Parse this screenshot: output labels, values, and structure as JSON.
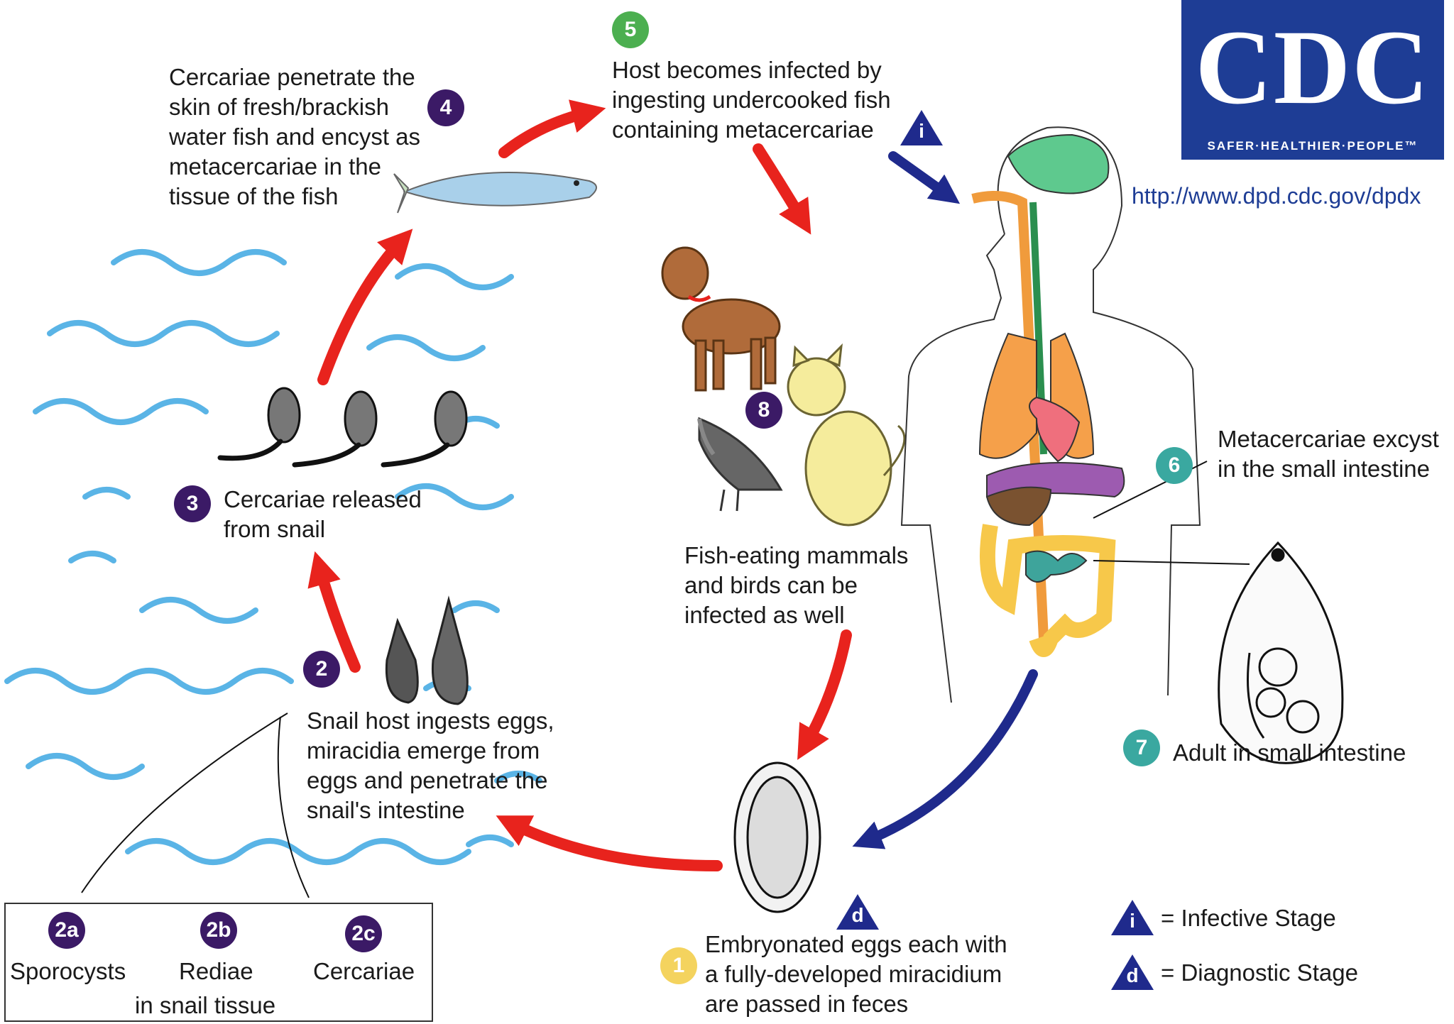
{
  "logo": {
    "wordmark": "CDC",
    "tagline": "SAFER·HEALTHIER·PEOPLE™",
    "url": "http://www.dpd.cdc.gov/dpdx"
  },
  "steps": {
    "s1": {
      "number": "1",
      "text": "Embryonated eggs each with\na fully-developed miracidium\nare passed in feces"
    },
    "s2": {
      "number": "2",
      "text": "Snail host ingests eggs,\nmiracidia emerge from\neggs and penetrate the\nsnail's intestine"
    },
    "s3": {
      "number": "3",
      "text": "Cercariae released\nfrom snail"
    },
    "s4": {
      "number": "4",
      "text": "Cercariae penetrate the\nskin of fresh/brackish\nwater fish and encyst as\nmetacercariae in the\ntissue of the fish"
    },
    "s5": {
      "number": "5",
      "text": "Host becomes infected by\ningesting undercooked fish\ncontaining metacercariae"
    },
    "s6": {
      "number": "6",
      "text": "Metacercariae excyst\nin the small intestine"
    },
    "s7": {
      "number": "7",
      "text": "Adult in small intestine"
    },
    "s8": {
      "number": "8",
      "text": "Fish-eating mammals\nand birds can be\ninfected as well"
    }
  },
  "snail_stages": {
    "a": {
      "number": "2a",
      "label": "Sporocysts"
    },
    "b": {
      "number": "2b",
      "label": "Rediae"
    },
    "c": {
      "number": "2c",
      "label": "Cercariae"
    },
    "caption": "in snail tissue"
  },
  "markers": {
    "infective": "i",
    "diagnostic": "d"
  },
  "legend": {
    "infective": "= Infective Stage",
    "diagnostic": "= Diagnostic Stage"
  },
  "colors": {
    "arrow_red": "#e8231d",
    "arrow_blue": "#1f2a8c",
    "water": "#5ab4e6",
    "badge_purple": "#3b1a66",
    "badge_green": "#4caf50",
    "badge_teal": "#3aa8a0",
    "badge_yellow": "#f4d35e",
    "cdc_blue": "#1e3d95"
  }
}
